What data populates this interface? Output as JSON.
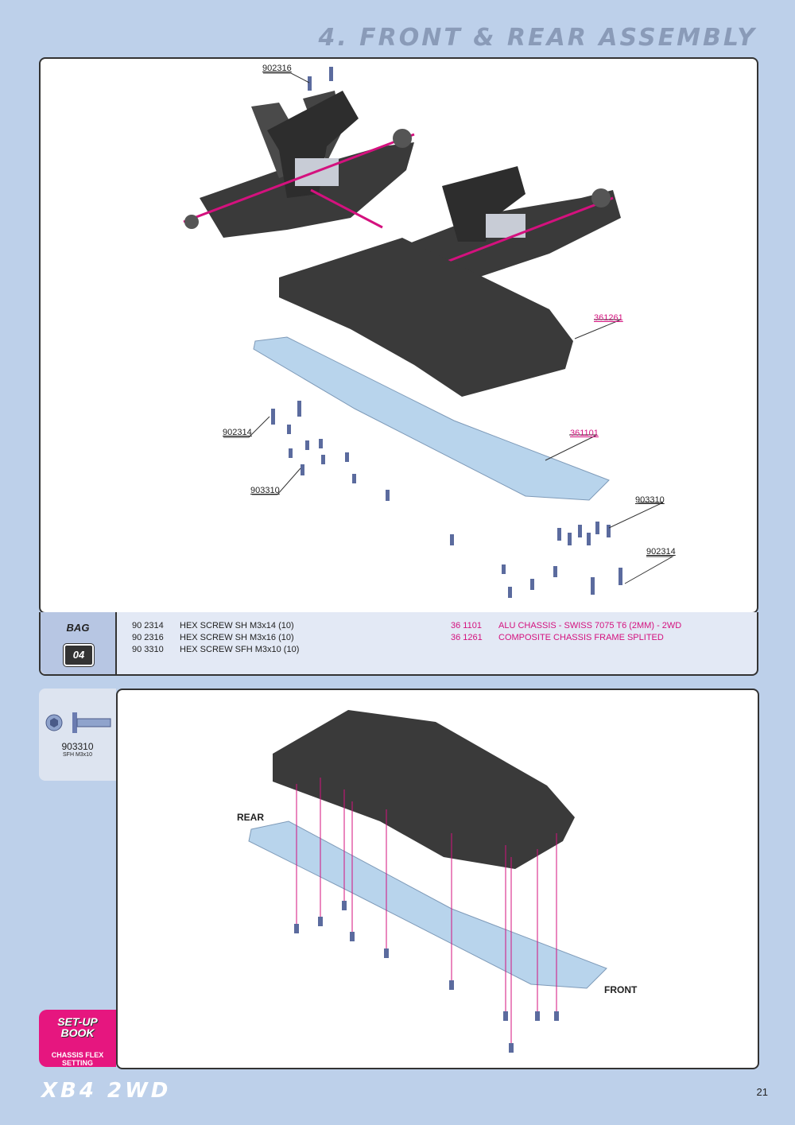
{
  "header": {
    "title": "4. FRONT & REAR ASSEMBLY"
  },
  "callouts": {
    "c902316": "902316",
    "c361261": "361261",
    "c902314a": "902314",
    "c361101": "361101",
    "c903310a": "903310",
    "c903310b": "903310",
    "c902314b": "902314"
  },
  "bag": {
    "label": "BAG",
    "number": "04"
  },
  "parts_left": [
    {
      "code": "90 2314",
      "desc": "HEX SCREW SH M3x14  (10)"
    },
    {
      "code": "90 2316",
      "desc": "HEX SCREW SH M3x16  (10)"
    },
    {
      "code": "90 3310",
      "desc": "HEX SCREW SFH M3x10  (10)"
    }
  ],
  "parts_right": [
    {
      "code": "36 1101",
      "desc": "ALU CHASSIS - SWISS 7075 T6 (2MM) - 2WD"
    },
    {
      "code": "36 1261",
      "desc": "COMPOSITE CHASSIS FRAME SPLITED"
    }
  ],
  "screw_ref": {
    "number": "903310",
    "desc": "SFH M3x10"
  },
  "labels": {
    "rear": "REAR",
    "front": "FRONT"
  },
  "setup": {
    "line1": "SET-UP",
    "line2": "BOOK",
    "caption": "CHASSIS FLEX SETTING"
  },
  "footer": {
    "logo": "XB4 2WD",
    "page": "21"
  },
  "colors": {
    "accent": "#d4117e",
    "background": "#bdd0ea",
    "chassis": "#3a3a3a",
    "plate": "#b8d4ec"
  }
}
